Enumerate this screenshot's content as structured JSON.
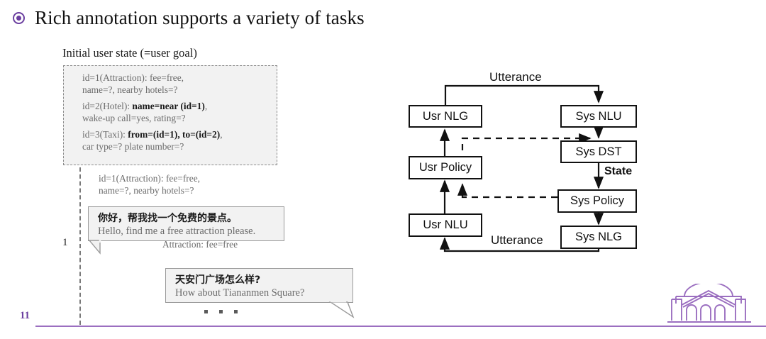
{
  "slide": {
    "title": "Rich annotation supports a variety of tasks",
    "bullet_icon": "filled-ring-bullet-icon",
    "page_number": "11",
    "accent_color": "#6b3fa0",
    "rule_color": "#9b6fc0",
    "logo_icon": "rotunda-logo-icon"
  },
  "left_panel": {
    "goal_label": "Initial user state (=user goal)",
    "goal_entries": [
      {
        "line1_pre": "id=1(Attraction): fee=free,",
        "line1_bold": "",
        "line1_post": "",
        "line2": "name=?, nearby hotels=?"
      },
      {
        "line1_pre": "id=2(Hotel): ",
        "line1_bold": "name=near (id=1)",
        "line1_post": ",",
        "line2": "wake-up call=yes, rating=?"
      },
      {
        "line1_pre": "id=3(Taxi): ",
        "line1_bold": "from=(id=1), to=(id=2)",
        "line1_post": ",",
        "line2": "car type=? plate number=?"
      }
    ],
    "turn_number": "1",
    "state_annotation_line1": "id=1(Attraction): fee=free,",
    "state_annotation_line2": "name=?, nearby hotels=?",
    "action_annotation": "Attraction: fee=free",
    "bubbles": [
      {
        "speaker": "user",
        "zh": "你好，帮我找一个免费的景点。",
        "en": "Hello, find me a free attraction please."
      },
      {
        "speaker": "system",
        "zh": "天安门广场怎么样?",
        "en": "How about Tiananmen Square?"
      }
    ],
    "ellipsis_dots": 3
  },
  "diagram": {
    "nodes": [
      {
        "id": "usr-nlg",
        "label": "Usr NLG"
      },
      {
        "id": "sys-nlu",
        "label": "Sys NLU"
      },
      {
        "id": "sys-dst",
        "label": "Sys DST"
      },
      {
        "id": "usr-policy",
        "label": "Usr Policy"
      },
      {
        "id": "sys-policy",
        "label": "Sys Policy"
      },
      {
        "id": "usr-nlu",
        "label": "Usr NLU"
      },
      {
        "id": "sys-nlg",
        "label": "Sys NLG"
      }
    ],
    "edge_labels": {
      "utterance_top": "Utterance",
      "utterance_bottom": "Utterance",
      "state": "State"
    }
  }
}
